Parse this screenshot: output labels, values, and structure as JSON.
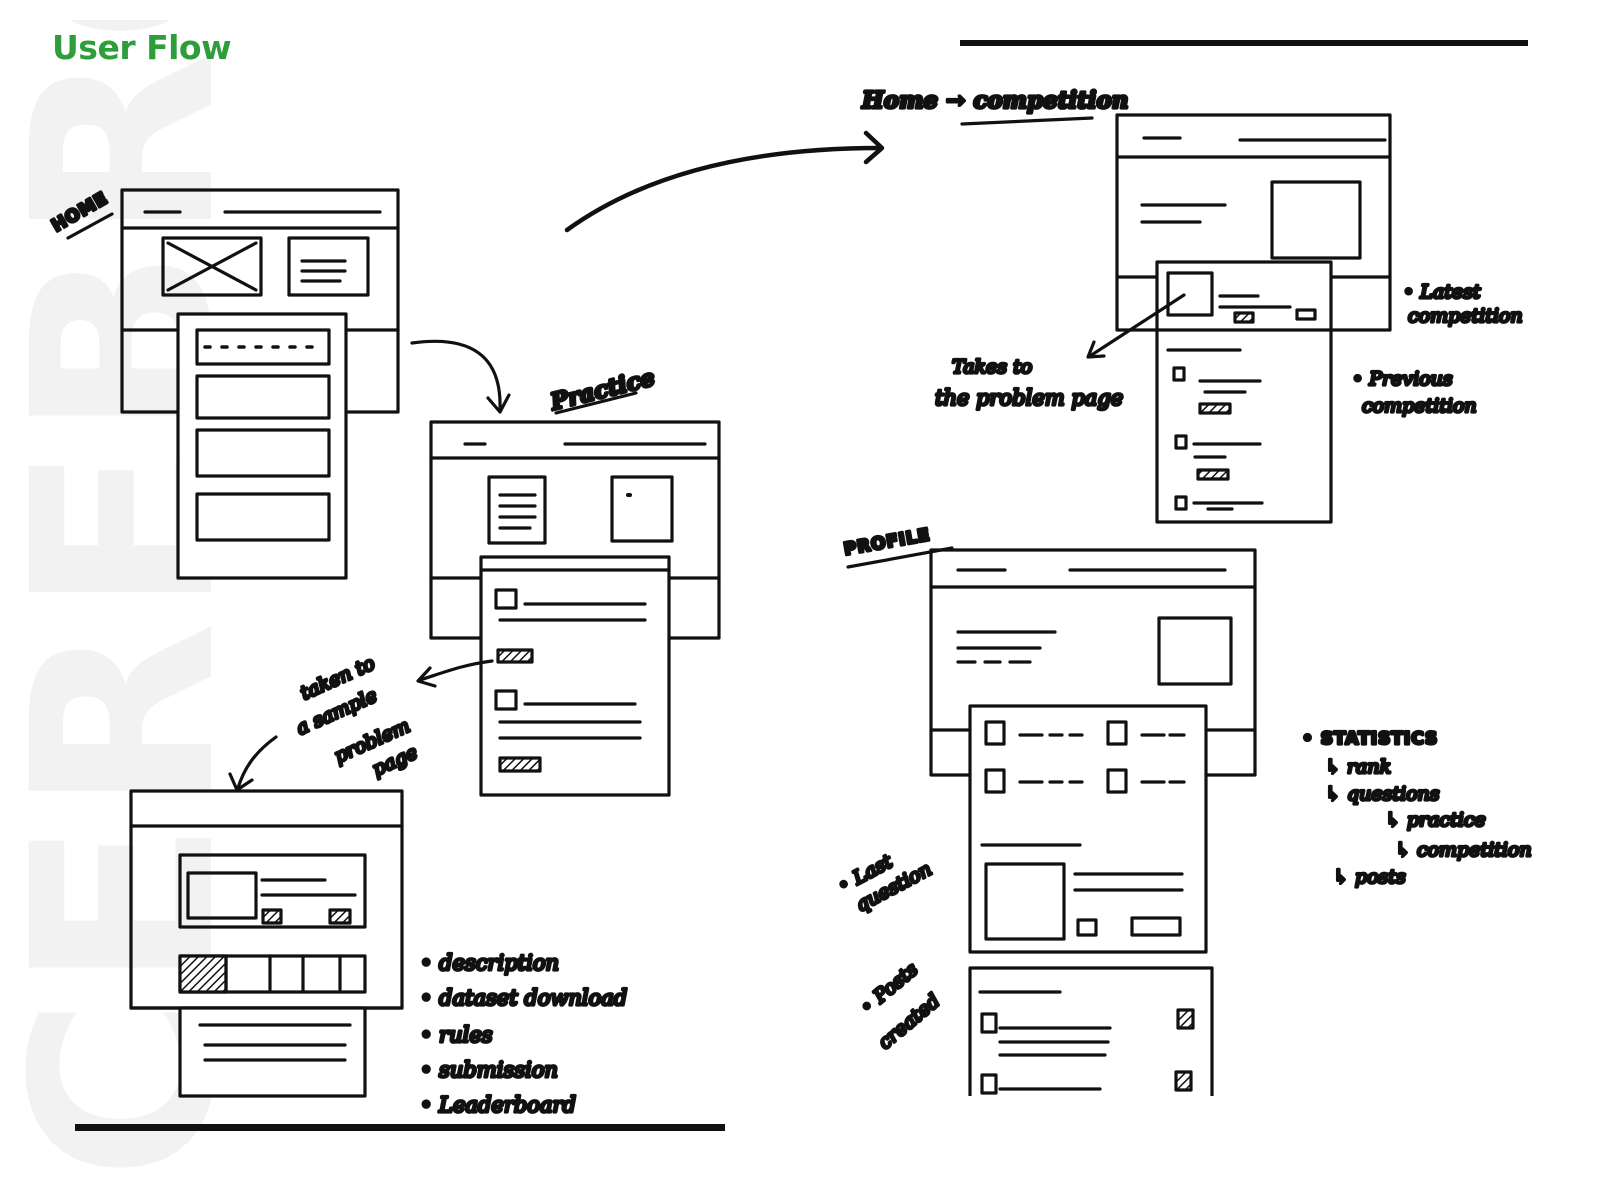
{
  "title": "User Flow",
  "watermark": "CEREBRO",
  "accent_color": "#2e9e3a",
  "screens": {
    "home": {
      "label": "HOME"
    },
    "practice": {
      "label": "Practice"
    },
    "competition": {
      "flow": "Home → competition"
    },
    "profile": {
      "label": "PROFILE"
    }
  },
  "annotations": {
    "taken_to": [
      "taken to",
      "a sample",
      "problem",
      "page"
    ],
    "takes_to": [
      "Takes to",
      "the problem page"
    ],
    "latest": [
      "• Latest",
      "competition"
    ],
    "previous": [
      "• Previous",
      "competition"
    ],
    "problem_features": [
      "• description",
      "• dataset download",
      "• rules",
      "• submission",
      "• Leaderboard"
    ],
    "statistics": {
      "heading": "• STATISTICS",
      "rank": "↳ rank",
      "questions": "↳ questions",
      "practice": "↳ practice",
      "competition": "↳ competition",
      "posts": "↳ posts"
    },
    "last_question": [
      "• Last",
      "question"
    ],
    "posts_created": [
      "• Posts",
      "created"
    ]
  }
}
